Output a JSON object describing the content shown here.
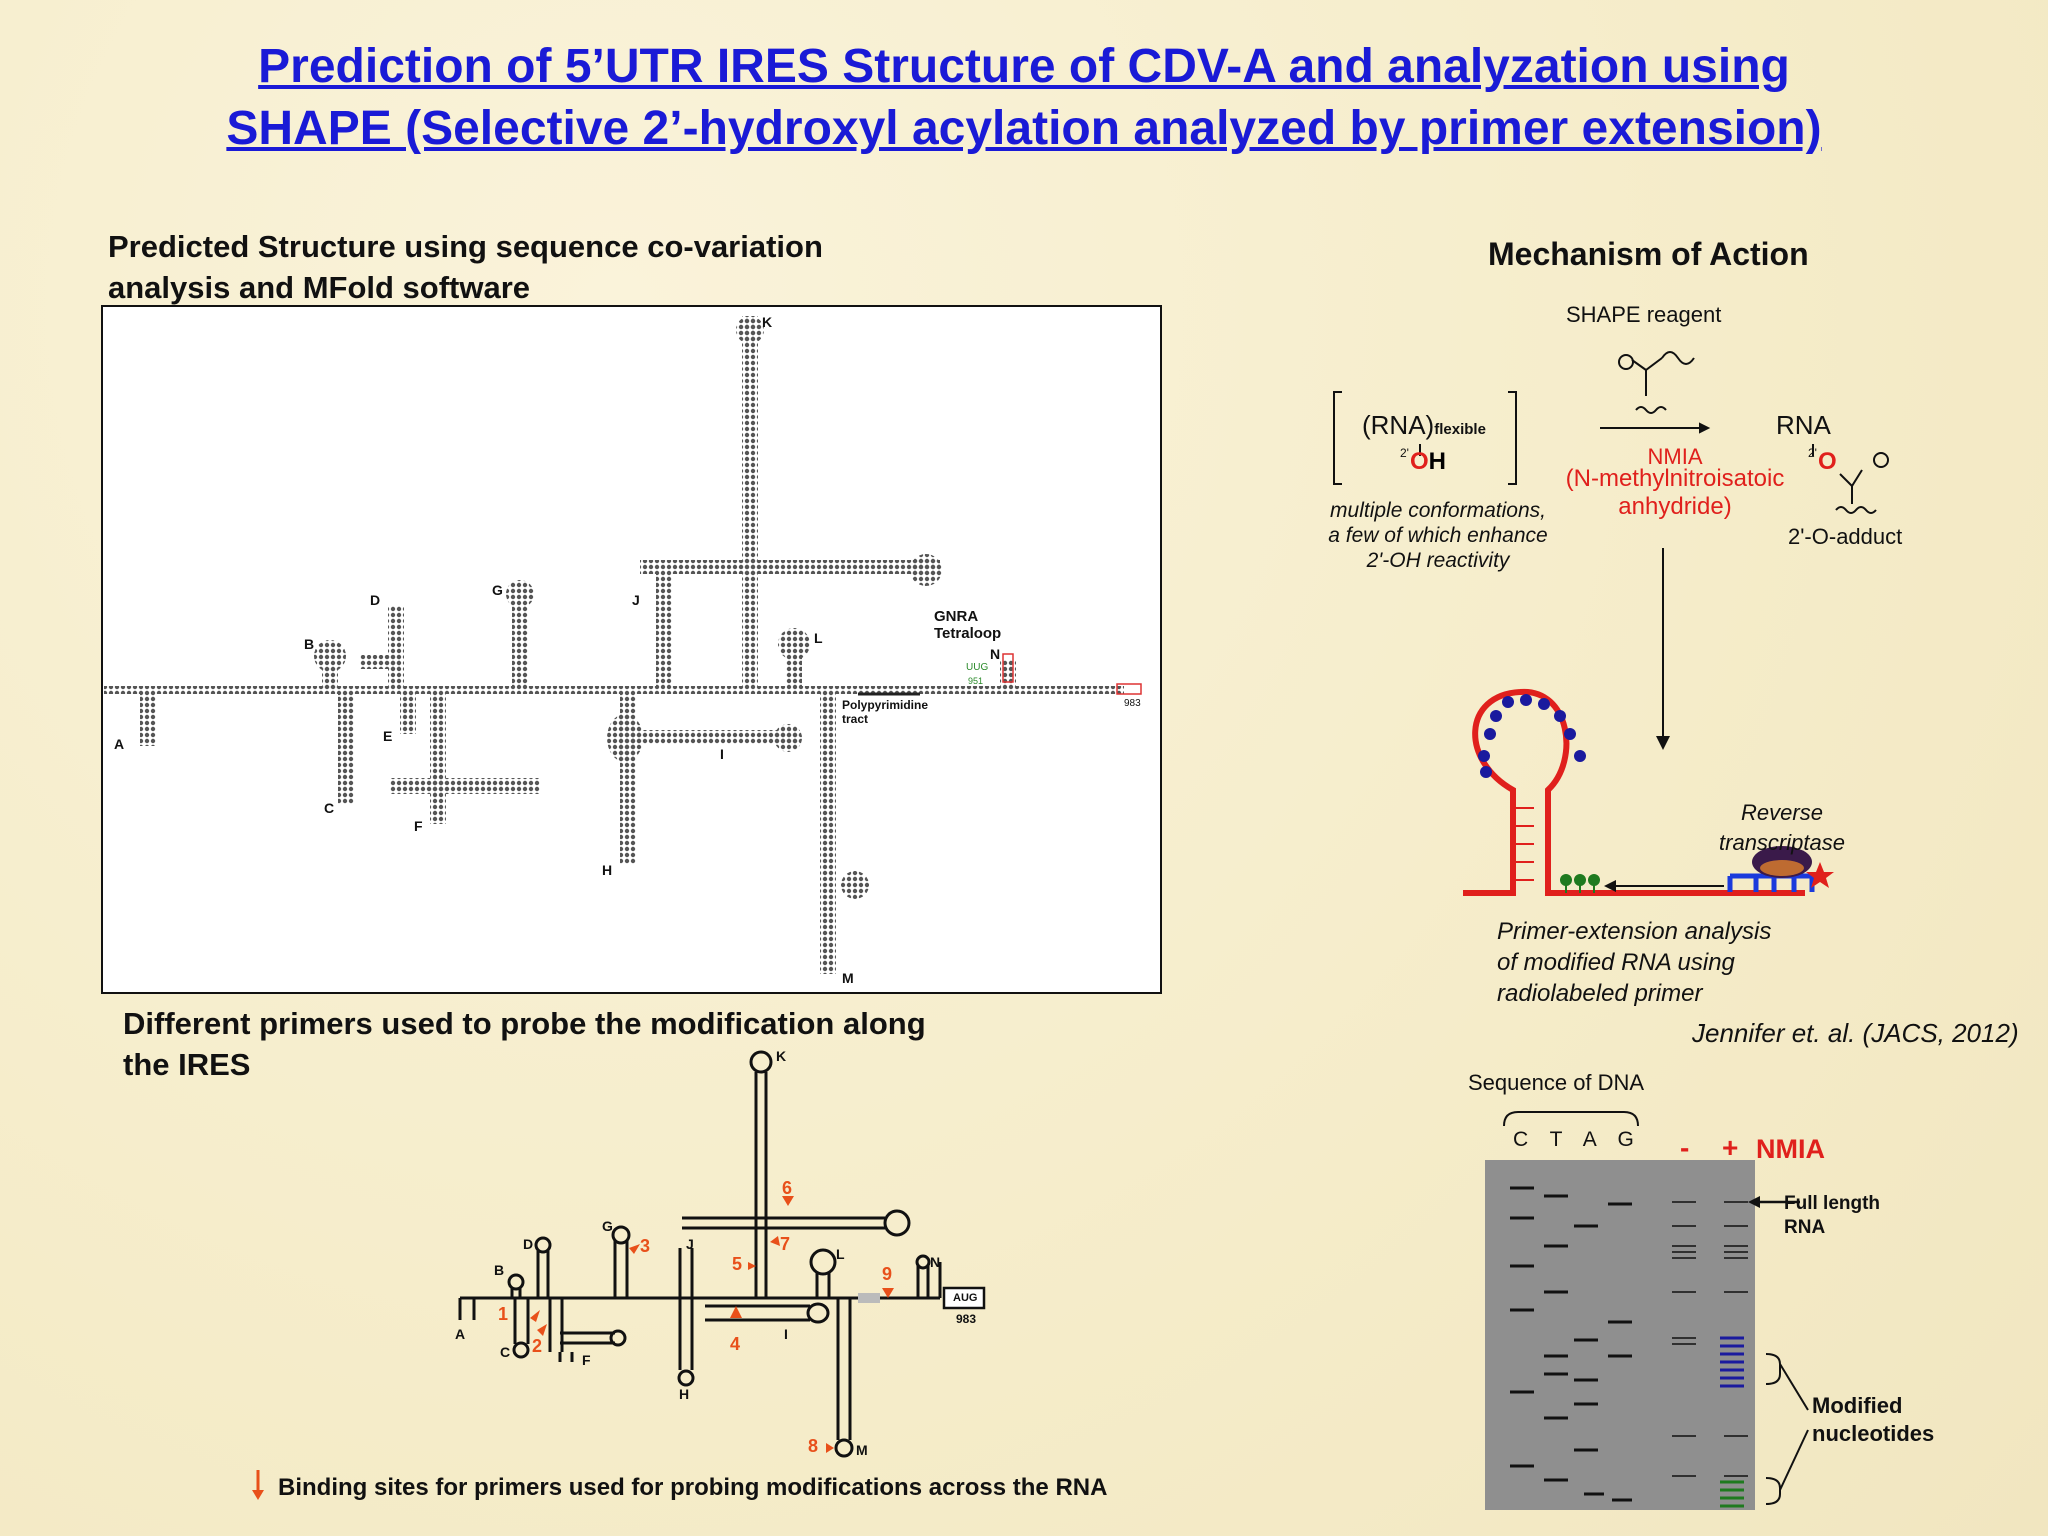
{
  "title": {
    "line1": "Prediction of 5’UTR IRES Structure of CDV-A and analyzation using",
    "line2": "SHAPE (Selective 2’-hydroxyl acylation analyzed by primer extension)"
  },
  "predicted": {
    "heading_line1": "Predicted Structure using sequence co-variation",
    "heading_line2": "analysis and MFold software",
    "labels": {
      "A": "A",
      "B": "B",
      "C": "C",
      "D": "D",
      "E": "E",
      "F": "F",
      "G": "G",
      "H": "H",
      "I": "I",
      "J": "J",
      "K": "K",
      "L": "L",
      "M": "M",
      "N": "N"
    },
    "gnra": "GNRA Tetraloop",
    "polypyr": "Polypyrimidine tract",
    "uug": "UUG",
    "n951": "951",
    "n983": "983"
  },
  "primers": {
    "heading_line1": "Different primers used to probe the modification along",
    "heading_line2": "the IRES",
    "aug": "AUG",
    "n983": "983",
    "nums": [
      "1",
      "2",
      "3",
      "4",
      "5",
      "6",
      "7",
      "8",
      "9"
    ],
    "caption": "Binding sites for primers used for probing modifications across the RNA"
  },
  "mechanism": {
    "heading": "Mechanism of Action",
    "reagent": "SHAPE reagent",
    "rna_flexible": "(RNA)",
    "flexible": "flexible",
    "oh_2": "2'",
    "o": "O",
    "h": "H",
    "desc1": "multiple conformations,",
    "desc2": "a few of which enhance",
    "desc3": "2'-OH reactivity",
    "nmia": "NMIA",
    "nmia_full1": "(N-methylnitroisatoic",
    "nmia_full2": "anhydride)",
    "rna": "RNA",
    "adduct": "2'-O-adduct",
    "rt1": "Reverse",
    "rt2": "transcriptase",
    "pe1": "Primer-extension analysis",
    "pe2": "of modified RNA using",
    "pe3": "radiolabeled primer",
    "citation": "Jennifer et. al. (JACS, 2012)"
  },
  "gel": {
    "seq_title": "Sequence of DNA",
    "lanes": [
      "C",
      "T",
      "A",
      "G"
    ],
    "minus": "-",
    "plus": "+",
    "nmia": "NMIA",
    "full1": "Full length",
    "full2": "RNA",
    "mod1": "Modified",
    "mod2": "nucleotides"
  },
  "colors": {
    "title": "#1a1ad6",
    "red": "#e0201c",
    "orange": "#e8501a",
    "blue": "#1a1a9e",
    "green": "#1f7a1f",
    "gel": "#8f8f8f"
  }
}
